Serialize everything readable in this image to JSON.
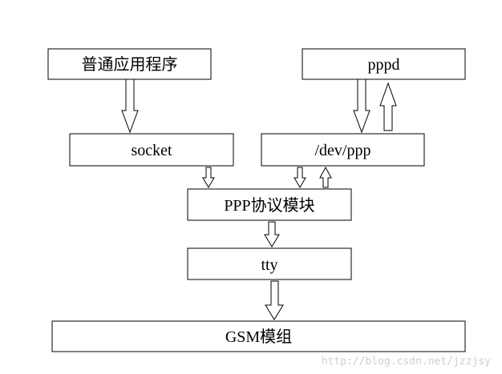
{
  "nodes": {
    "app": {
      "label": "普通应用程序"
    },
    "pppd": {
      "label": "pppd"
    },
    "socket": {
      "label": "socket"
    },
    "devppp": {
      "label": "/dev/ppp"
    },
    "ppp": {
      "label": "PPP协议模块"
    },
    "tty": {
      "label": "tty"
    },
    "gsm": {
      "label": "GSM模组"
    }
  },
  "edges": [
    {
      "from": "app",
      "to": "socket"
    },
    {
      "from": "pppd",
      "to": "devppp"
    },
    {
      "from": "devppp",
      "to": "pppd"
    },
    {
      "from": "socket",
      "to": "ppp"
    },
    {
      "from": "devppp",
      "to": "ppp"
    },
    {
      "from": "ppp",
      "to": "devppp"
    },
    {
      "from": "ppp",
      "to": "tty"
    },
    {
      "from": "tty",
      "to": "gsm"
    }
  ],
  "watermark": "http://blog.csdn.net/jzzjsy",
  "colors": {
    "stroke": "#000000",
    "background": "#ffffff",
    "watermark": "#cfcfcf"
  }
}
